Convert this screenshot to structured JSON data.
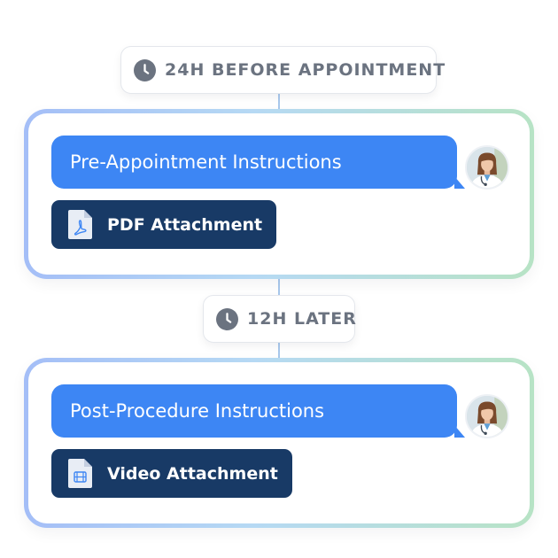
{
  "timeline": [
    {
      "timing_label": "24H BEFORE APPOINTMENT",
      "message": "Pre-Appointment Instructions",
      "attachment": {
        "label": "PDF Attachment",
        "icon": "pdf-file-icon"
      }
    },
    {
      "timing_label": "12H LATER",
      "message": "Post-Procedure Instructions",
      "attachment": {
        "label": "Video Attachment",
        "icon": "video-file-icon"
      }
    }
  ],
  "colors": {
    "bubble": "#3d86f4",
    "attachment": "#183a66",
    "pill_text": "#6b7380",
    "card_gradient": [
      "#a4bef7",
      "#b6d9f4",
      "#b7e3c5"
    ]
  },
  "icons": {
    "timing": "clock-icon",
    "sender": "doctor-avatar"
  }
}
